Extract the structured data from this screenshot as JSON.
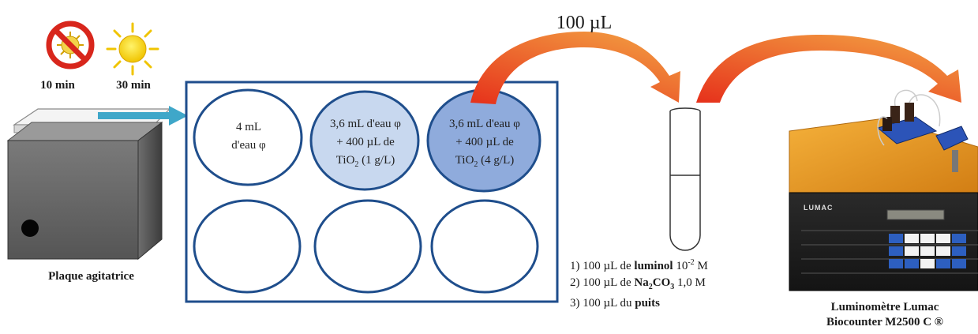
{
  "timers": {
    "uv_off": "10 min",
    "uv_on": "30 min"
  },
  "plate_label": "Plaque agitatrice",
  "transfer_label": "100 µL",
  "wells": {
    "well1": [
      "4 mL",
      "d'eau φ"
    ],
    "well2": [
      "3,6 mL d'eau φ",
      "+ 400 µL de",
      "TiO",
      "2",
      " (1 g/L)"
    ],
    "well3": [
      "3,6 mL d'eau φ",
      "+ 400 µL de",
      "TiO",
      "2",
      " (4 g/L)"
    ]
  },
  "legend": {
    "line1_a": "1) 100 µL de ",
    "line1_b": "luminol",
    "line1_c": " 10",
    "line1_sup": "-2",
    "line1_d": " M",
    "line2_a": "2) 100 µL de ",
    "line2_b": "Na",
    "line2_sub1": "2",
    "line2_c": "CO",
    "line2_sub2": "3",
    "line2_d": " 1,0 M",
    "line3_a": "3) 100 µL du ",
    "line3_b": "puits"
  },
  "device": {
    "name_line1": "Luminomètre Lumac",
    "name_line2": "Biocounter M2500 C ®",
    "screen_brand": "LUMAC"
  },
  "colors": {
    "accent_blue": "#1f4e8c",
    "arrow_cyan": "#3fa7c9",
    "arrow_red": "#e03a1e",
    "well_light": "#c8d8ef",
    "well_dark": "#8fabdc"
  }
}
